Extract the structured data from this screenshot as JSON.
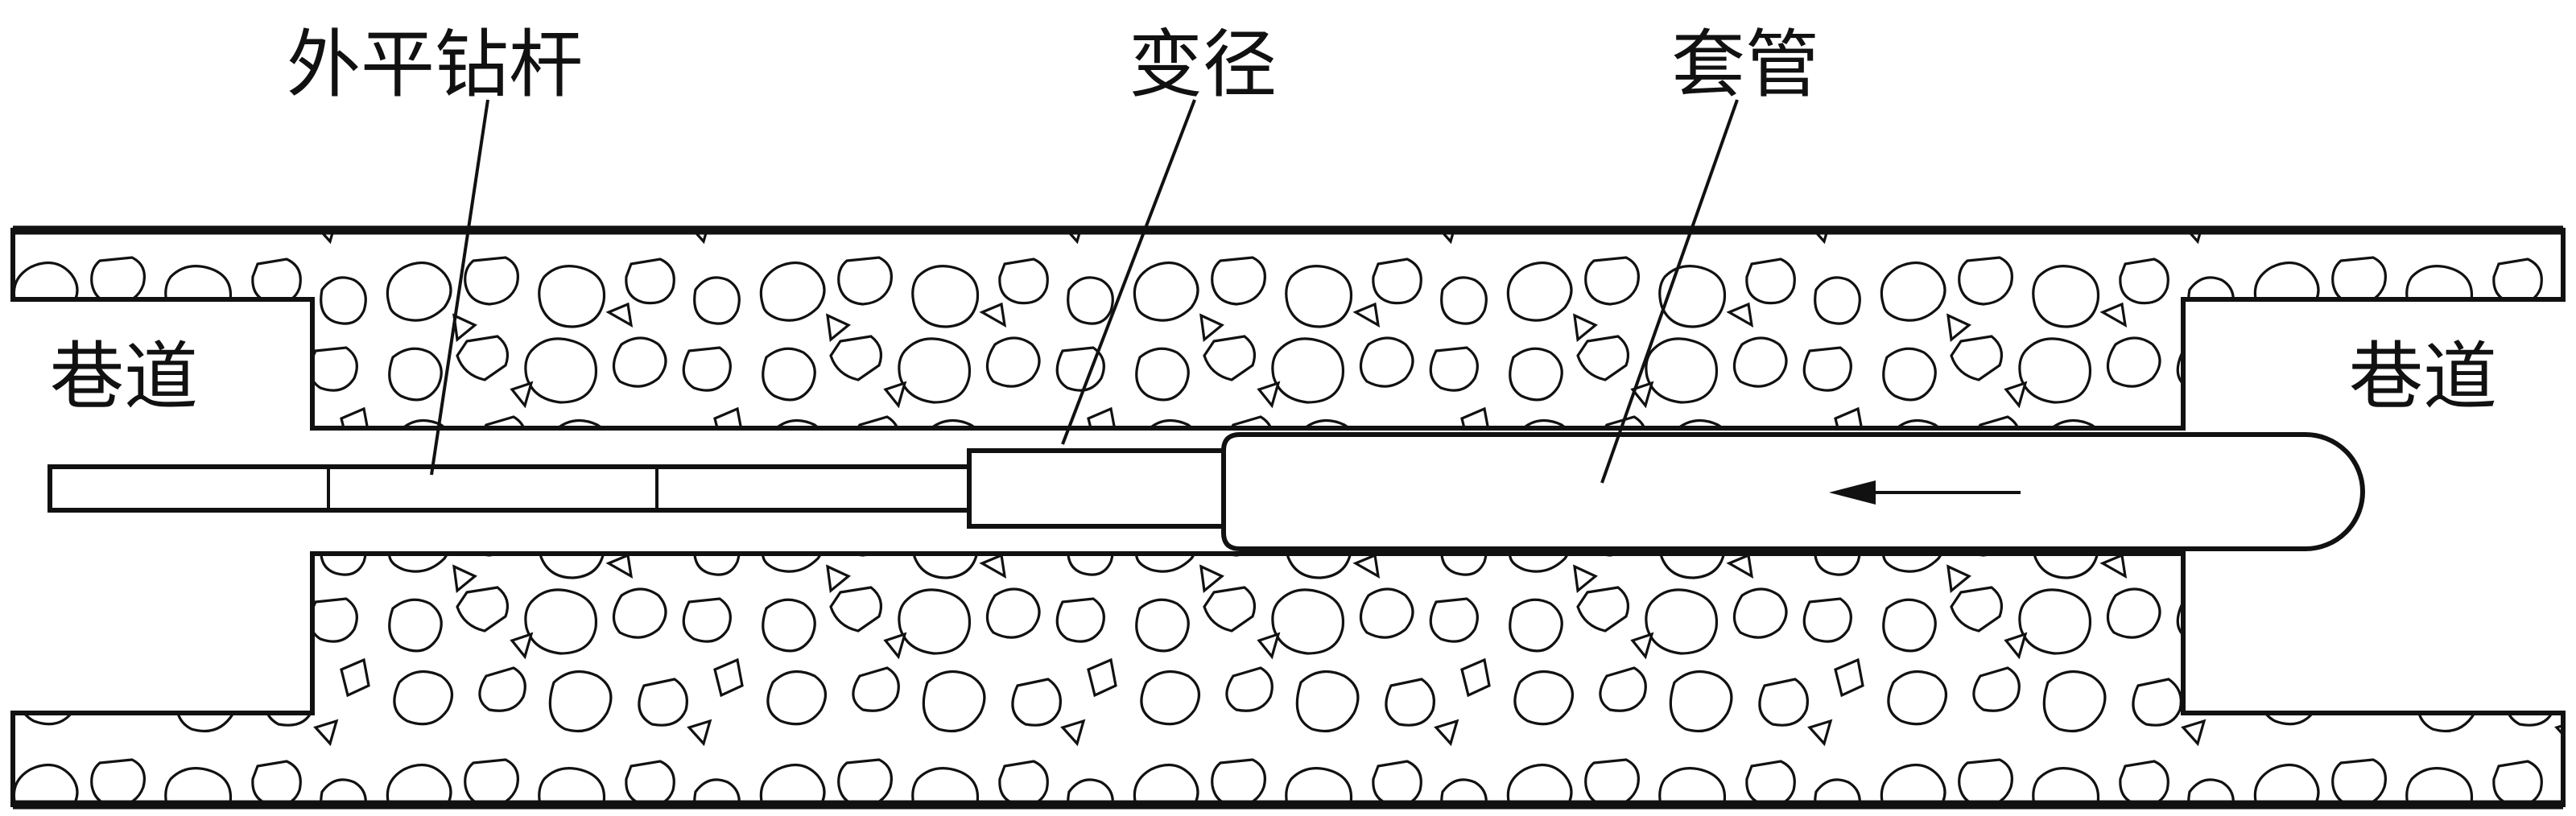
{
  "diagram": {
    "labels": {
      "drill_rod": "外平钻杆",
      "reducer": "变径",
      "casing": "套管",
      "roadway_left": "巷道",
      "roadway_right": "巷道"
    },
    "colors": {
      "line": "#111111",
      "background": "#ffffff"
    },
    "arrow_direction": "left"
  }
}
